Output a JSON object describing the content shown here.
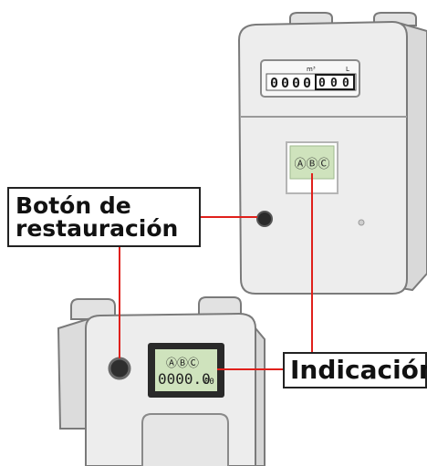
{
  "labels": {
    "restore_button": [
      "Botón de",
      "restauración"
    ],
    "indication": "Indicación"
  },
  "top_meter": {
    "counter_unit_m3": "m³",
    "counter_unit_l": "L",
    "counter_m3_digits": [
      "0",
      "0",
      "0",
      "0"
    ],
    "counter_l_digits": [
      "0",
      "0",
      "0"
    ],
    "status_symbols": "ⒶⒷⒸ"
  },
  "bottom_meter": {
    "status_symbols": "ⒶⒷⒸ",
    "reading": "0000.0",
    "reading_small": "00"
  },
  "colors": {
    "leader_line": "#e0201b",
    "meter_body": "#ececec",
    "lcd_green": "#cfe3bd",
    "lcd_frame": "#2a2a2a"
  }
}
